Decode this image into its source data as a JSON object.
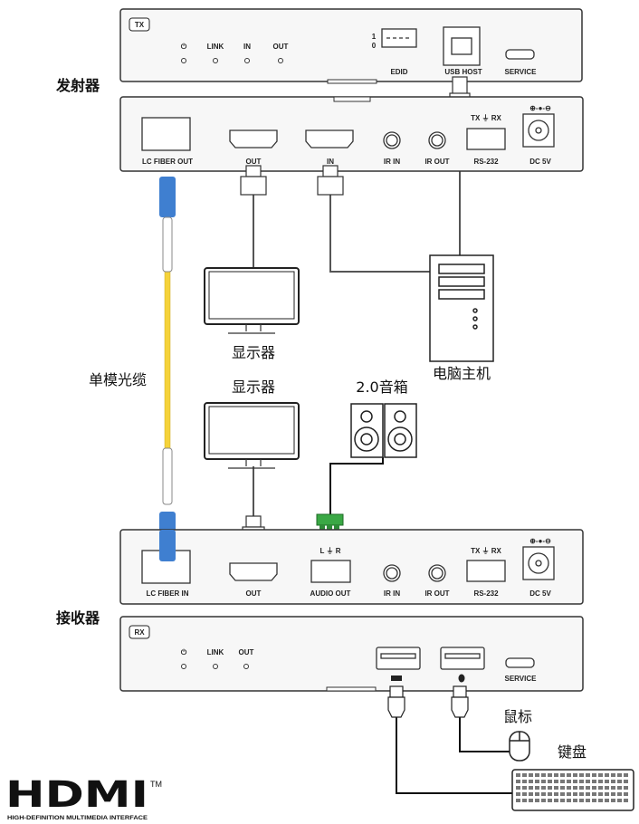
{
  "tx_front": {
    "badge": "TX",
    "leds": [
      "⏻",
      "LINK",
      "IN",
      "OUT"
    ],
    "edid_labels": [
      "1",
      "0"
    ],
    "edid": "EDID",
    "usb_host": "USB HOST",
    "service": "SERVICE"
  },
  "tx_label": "发射器",
  "tx_rear": {
    "fiber": "LC FIBER OUT",
    "hdmi_out": "OUT",
    "hdmi_in": "IN",
    "ir_in": "IR IN",
    "ir_out": "IR OUT",
    "rs232_pins": "TX ⏚ RX",
    "rs232": "RS-232",
    "dc_symbol": "⊕-●-⊖",
    "dc": "DC 5V"
  },
  "devices": {
    "monitor_tx": "显示器",
    "pc": "电脑主机",
    "fiber_cable": "单模光缆",
    "monitor_rx": "显示器",
    "speakers": "2.0音箱",
    "mouse": "鼠标",
    "keyboard": "键盘"
  },
  "rx_rear": {
    "fiber": "LC FIBER IN",
    "hdmi_out": "OUT",
    "audio_pins": "L ⏚ R",
    "audio_out": "AUDIO OUT",
    "ir_in": "IR IN",
    "ir_out": "IR OUT",
    "rs232_pins": "TX ⏚ RX",
    "rs232": "RS-232",
    "dc_symbol": "⊕-●-⊖",
    "dc": "DC 5V"
  },
  "rx_label": "接收器",
  "rx_front": {
    "badge": "RX",
    "leds": [
      "⏻",
      "LINK",
      "OUT"
    ],
    "service": "SERVICE"
  },
  "logo": {
    "text": "HDMI",
    "tm": "TM",
    "subtitle": "HIGH-DEFINITION MULTIMEDIA INTERFACE"
  },
  "colors": {
    "fiber": "#f5d23a",
    "lc_connector": "#3f7fd0",
    "audio_connector": "#3aa845"
  }
}
